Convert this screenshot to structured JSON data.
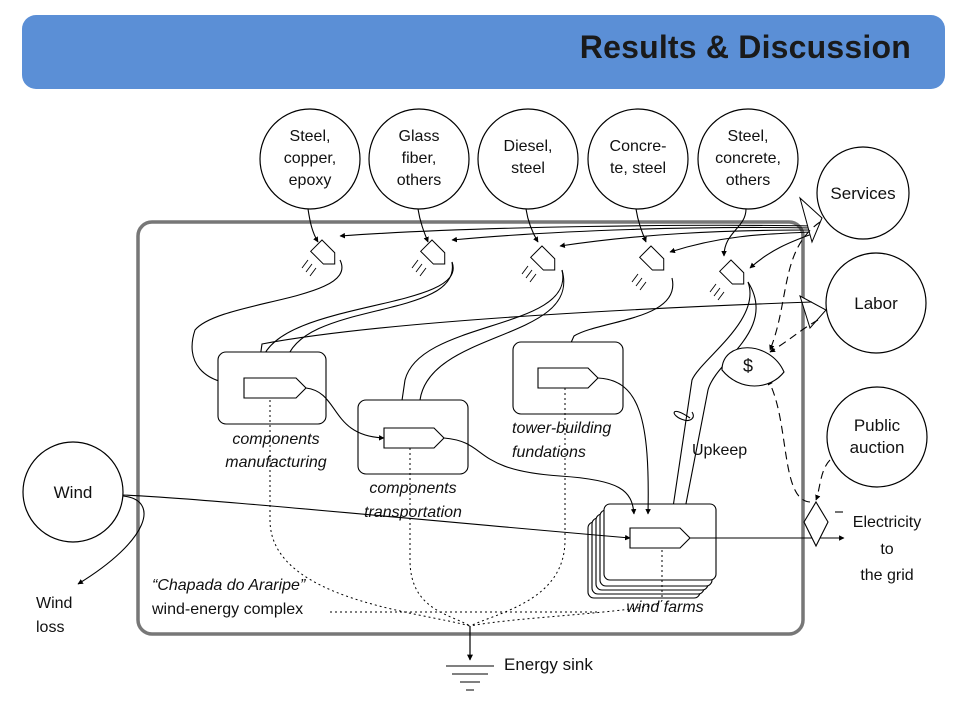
{
  "header": {
    "title": "Results & Discussion",
    "bar_color": "#5b8fd6"
  },
  "sources": {
    "steel_copper_epoxy": [
      "Steel,",
      "copper,",
      "epoxy"
    ],
    "glass_fiber": [
      "Glass",
      "fiber,",
      "others"
    ],
    "diesel_steel": [
      "Diesel,",
      "steel"
    ],
    "concrete_steel": [
      "Concre-",
      "te, steel"
    ],
    "steel_concrete_others": [
      "Steel,",
      "concrete,",
      "others"
    ],
    "services": "Services",
    "labor": "Labor",
    "public_auction": [
      "Public",
      "auction"
    ],
    "wind": "Wind"
  },
  "processes": {
    "components_manufacturing": [
      "components",
      "manufacturing"
    ],
    "components_transportation": [
      "components",
      "transportation"
    ],
    "tower_building": [
      "tower-building",
      "fundations"
    ],
    "wind_farms": "wind farms"
  },
  "labels": {
    "upkeep": "Upkeep",
    "money": "$",
    "complex": [
      "“Chapada do Araripe”",
      "wind-energy complex"
    ],
    "wind_loss": [
      "Wind",
      "loss"
    ],
    "energy_sink": "Energy sink",
    "electricity": [
      "Electricity",
      "to",
      "the grid"
    ]
  }
}
